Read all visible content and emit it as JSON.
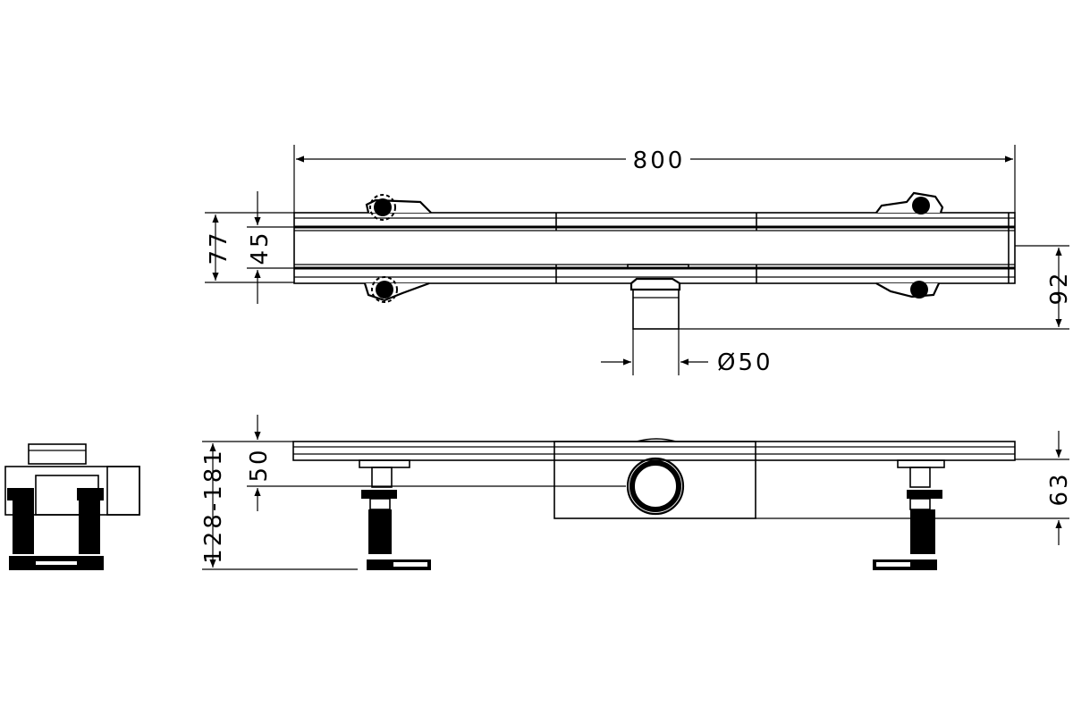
{
  "dimensions": {
    "length": "800",
    "overall_width": "77",
    "channel_width": "45",
    "outlet_offset": "92",
    "outlet_diameter": "Ø50",
    "installation_height": "128-181",
    "outlet_height": "50",
    "body_depth": "63"
  },
  "colors": {
    "line": "#000000",
    "background": "#ffffff"
  }
}
